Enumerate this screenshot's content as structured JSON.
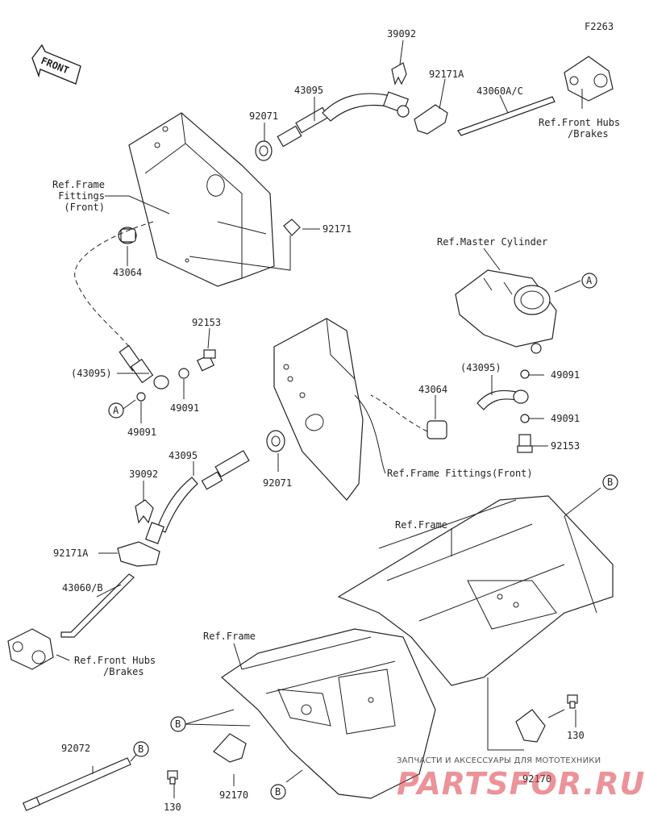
{
  "figure_code": "F2263",
  "direction_label": "FRONT",
  "refs": {
    "frame_fittings_front_1": "Ref.Frame\nFittings\n(Front)",
    "front_hubs_brakes_top": "Ref.Front Hubs\n/Brakes",
    "master_cylinder": "Ref.Master Cylinder",
    "frame_fittings_front_2": "Ref.Frame Fittings(Front)",
    "frame_1": "Ref.Frame",
    "frame_2": "Ref.Frame",
    "front_hubs_brakes_bottom": "Ref.Front Hubs\n/Brakes"
  },
  "parts": {
    "p39092_top": "39092",
    "p43095_top": "43095",
    "p92171A_top": "92171A",
    "p43060AC": "43060A/C",
    "p92071_top": "92071",
    "p92171": "92171",
    "p43064_left": "43064",
    "p92153_left": "92153",
    "p43095_paren_left": "(43095)",
    "p49091_left_a": "49091",
    "p49091_left_b": "49091",
    "p43095_paren_right": "(43095)",
    "p43064_right": "43064",
    "p49091_right_a": "49091",
    "p49091_right_b": "49091",
    "p92153_right": "92153",
    "p43095_mid": "43095",
    "p39092_mid": "39092",
    "p92071_mid": "92071",
    "p92171A_mid": "92171A",
    "p43060B": "43060/B",
    "p92072": "92072",
    "p130_right": "130",
    "p92170_right": "92170",
    "p130_left": "130",
    "p92170_left": "92170"
  },
  "callouts": {
    "a_master": "A",
    "a_left": "A",
    "b_top_right": "B",
    "b_frame": "B",
    "b_tie": "B",
    "b_bottom": "B"
  },
  "watermark": {
    "tagline": "ЗАПЧАСТИ И АКСЕССУАРЫ ДЛЯ МОТОТЕХНИКИ",
    "logo": "PARTSFOR.RU",
    "color": "#dc3c46"
  }
}
